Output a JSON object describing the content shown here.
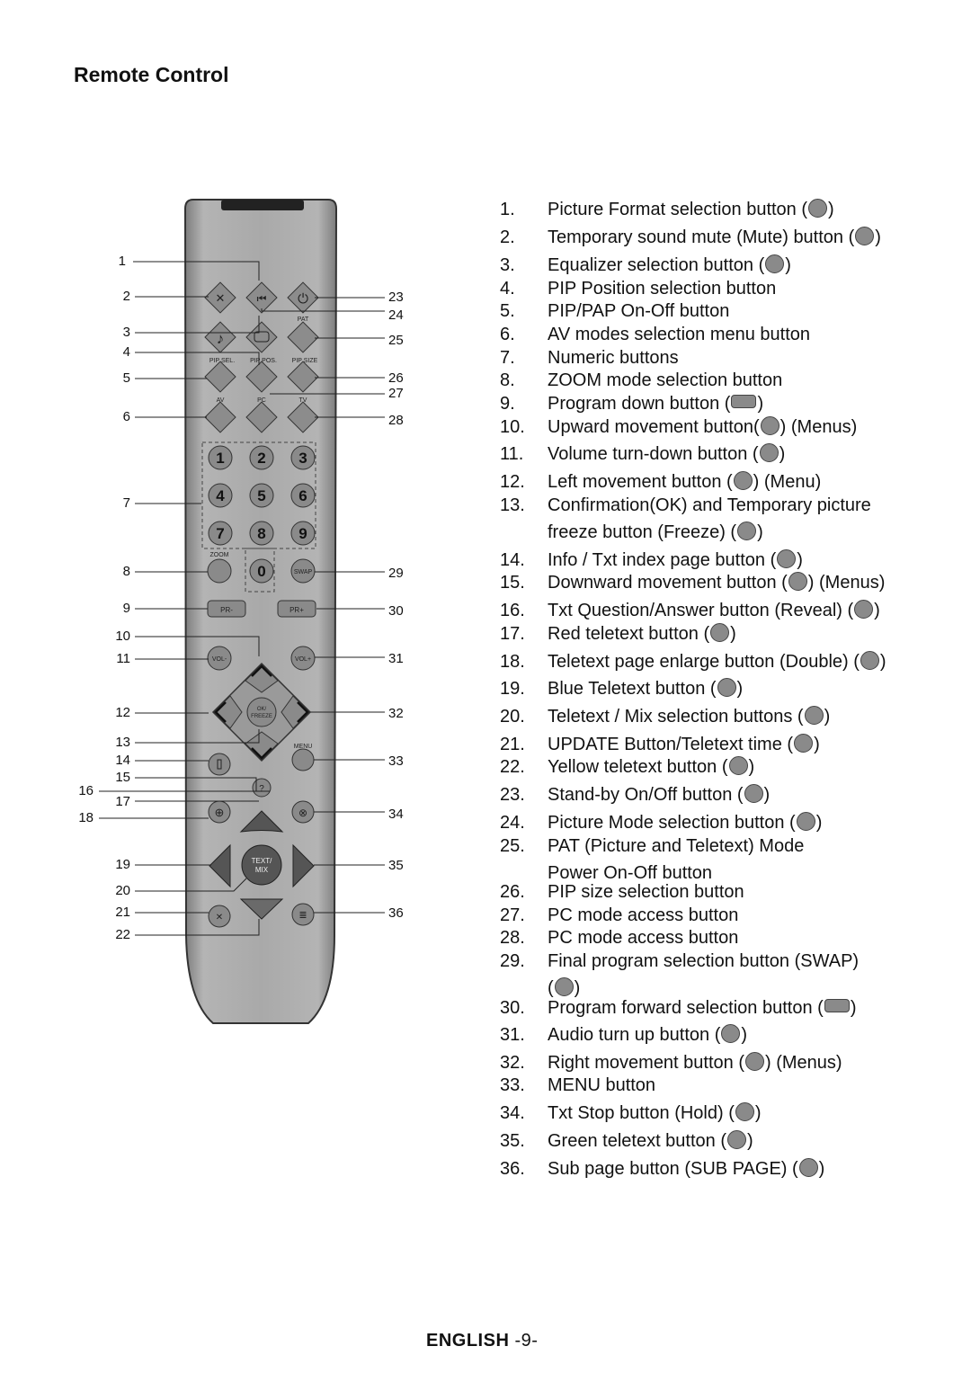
{
  "page": {
    "title": "Remote Control"
  },
  "remote": {
    "labels": {
      "pat": "PAT",
      "pip_sel": "PIP SEL.",
      "pip_pos": "PIP POS.",
      "pip_size": "PIP SIZE",
      "av": "AV",
      "pc": "PC",
      "tv": "TV",
      "zoom": "ZOOM",
      "swap": "SWAP",
      "pr_minus": "PR-",
      "pr_plus": "PR+",
      "vol_minus": "VOL-",
      "vol_plus": "VOL+",
      "ok": "OK/",
      "freeze": "FREEZE",
      "menu": "MENU",
      "text": "TEXT/",
      "mix": "MIX"
    },
    "digits": [
      "1",
      "2",
      "3",
      "4",
      "5",
      "6",
      "7",
      "8",
      "9",
      "0"
    ],
    "callouts_left": [
      "1",
      "2",
      "3",
      "4",
      "5",
      "6",
      "7",
      "8",
      "9",
      "10",
      "11",
      "12",
      "13",
      "14",
      "15",
      "16",
      "17",
      "18",
      "19",
      "20",
      "21",
      "22"
    ],
    "callouts_right": [
      "23",
      "24",
      "25",
      "26",
      "27",
      "28",
      "29",
      "30",
      "31",
      "32",
      "33",
      "34",
      "35",
      "36"
    ]
  },
  "items": [
    {
      "n": "1.",
      "text": "Picture Format selection button (",
      "icon": "picture-format-icon",
      "tail": ")"
    },
    {
      "n": "2.",
      "text": "Temporary sound mute (Mute) button (",
      "icon": "mute-icon",
      "tail": ")"
    },
    {
      "n": "3.",
      "text": "Equalizer selection button (",
      "icon": "equalizer-icon",
      "tail": ")"
    },
    {
      "n": "4.",
      "text": "PIP Position selection button"
    },
    {
      "n": "5.",
      "text": "PIP/PAP On-Off button"
    },
    {
      "n": "6.",
      "text": "AV modes selection menu button"
    },
    {
      "n": "7.",
      "text": "Numeric buttons"
    },
    {
      "n": "8.",
      "text": "ZOOM mode selection button"
    },
    {
      "n": "9.",
      "text": "Program down button (",
      "icon": "pr-minus-icon",
      "tail": ")"
    },
    {
      "n": "10.",
      "text": "Upward movement button(",
      "icon": "up-arrow-icon",
      "tail": ") (Menus)"
    },
    {
      "n": "11.",
      "text": "Volume turn-down button (",
      "icon": "vol-minus-icon",
      "tail": ")"
    },
    {
      "n": "12.",
      "text": "Left movement button (",
      "icon": "left-arrow-icon",
      "tail": ") (Menu)"
    },
    {
      "n": "13.",
      "text": "Confirmation(OK) and Temporary picture",
      "text2": "freeze button (Freeze) (",
      "icon": "ok-freeze-icon",
      "tail": ")"
    },
    {
      "n": "14.",
      "text": "Info / Txt index page button (",
      "icon": "info-icon",
      "tail": ")"
    },
    {
      "n": "15.",
      "text": "Downward movement button (",
      "icon": "down-arrow-icon",
      "tail": ") (Menus)"
    },
    {
      "n": "16.",
      "text": "Txt Question/Answer button (Reveal) (",
      "icon": "reveal-icon",
      "tail": ")"
    },
    {
      "n": "17.",
      "text": "Red teletext button (",
      "icon": "red-teletext-icon",
      "tail": ")"
    },
    {
      "n": "18.",
      "text": "Teletext page enlarge button (Double) (",
      "icon": "double-icon",
      "tail": ")"
    },
    {
      "n": "19.",
      "text": "Blue Teletext button (",
      "icon": "blue-teletext-icon",
      "tail": ")"
    },
    {
      "n": "20.",
      "text": "Teletext / Mix selection buttons (",
      "icon": "text-mix-icon",
      "tail": ")"
    },
    {
      "n": "21.",
      "text": "UPDATE Button/Teletext time (",
      "icon": "update-icon",
      "tail": ")"
    },
    {
      "n": "22.",
      "text": "Yellow teletext button (",
      "icon": "yellow-teletext-icon",
      "tail": ")"
    },
    {
      "n": "23.",
      "text": "Stand-by On/Off button (",
      "icon": "standby-icon",
      "tail": ")"
    },
    {
      "n": "24.",
      "text": "Picture Mode selection button (",
      "icon": "picture-mode-icon",
      "tail": ")"
    },
    {
      "n": "25.",
      "text": "PAT (Picture and Teletext) Mode",
      "text2": "Power On-Off button"
    },
    {
      "n": "26.",
      "text": "PIP size selection button"
    },
    {
      "n": "27.",
      "text": "PC mode access button"
    },
    {
      "n": "28.",
      "text": "PC mode access button"
    },
    {
      "n": "29.",
      "text": "Final program selection button (SWAP)",
      "text2": "(",
      "icon": "swap-icon",
      "tail": ")"
    },
    {
      "n": "30.",
      "text": "Program forward selection button (",
      "icon": "pr-plus-icon",
      "tail": ")"
    },
    {
      "n": "31.",
      "text": "Audio turn up button (",
      "icon": "vol-plus-icon",
      "tail": ")"
    },
    {
      "n": "32.",
      "text": "Right movement button (",
      "icon": "right-arrow-icon",
      "tail": ") (Menus)"
    },
    {
      "n": "33.",
      "text": "MENU button"
    },
    {
      "n": "34.",
      "text": "Txt Stop button (Hold) (",
      "icon": "hold-icon",
      "tail": ")"
    },
    {
      "n": "35.",
      "text": "Green teletext button (",
      "icon": "green-teletext-icon",
      "tail": ")"
    },
    {
      "n": "36.",
      "text": " Sub page button (SUB PAGE) (",
      "icon": "subpage-icon",
      "tail": ")"
    }
  ],
  "footer": {
    "language": "ENGLISH",
    "page": "-9-"
  }
}
